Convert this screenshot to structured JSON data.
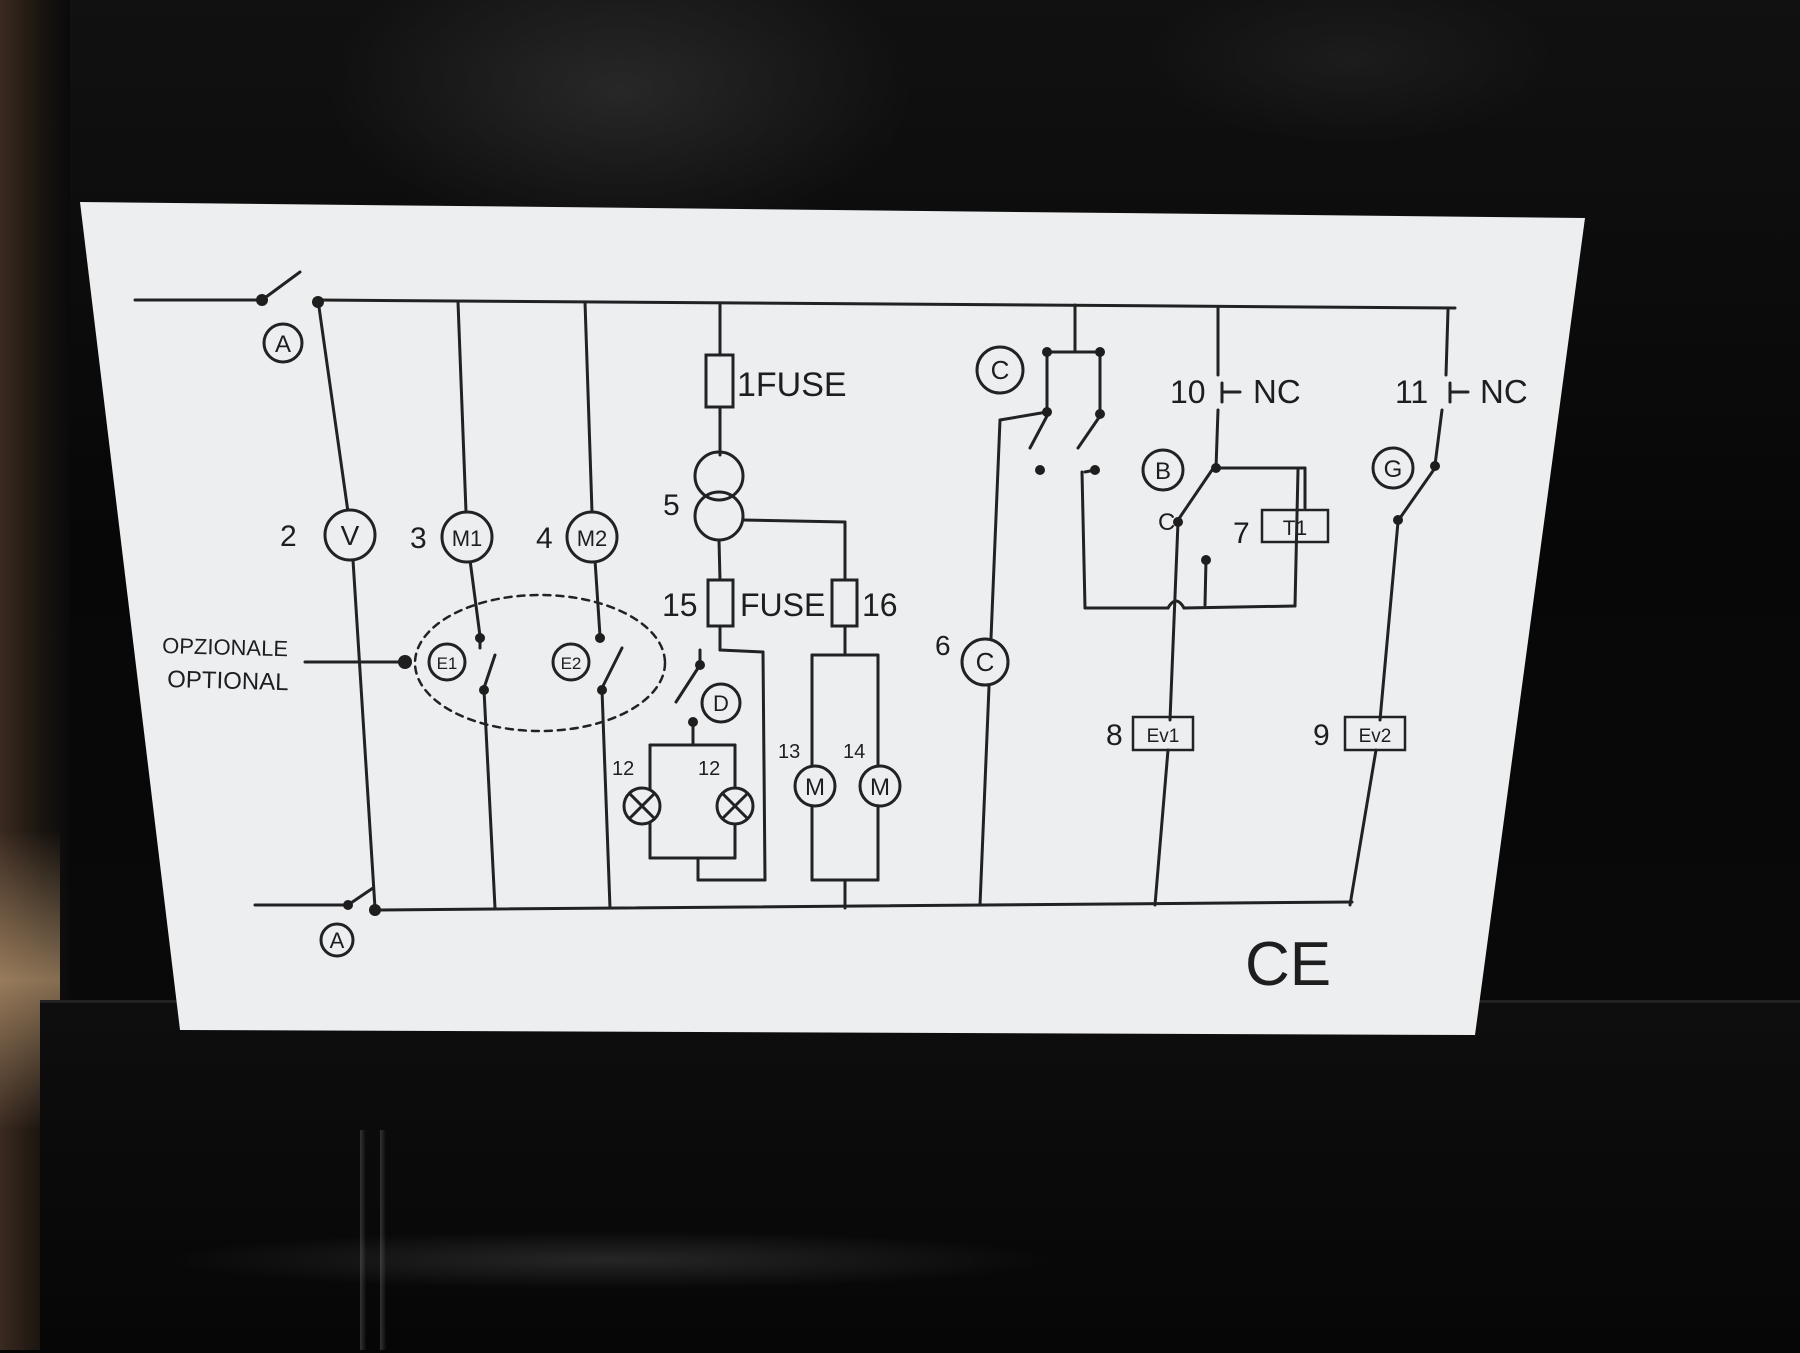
{
  "labels": {
    "A": "A",
    "B": "B",
    "C": "C",
    "D": "D",
    "G": "G",
    "V": "V",
    "M1": "M1",
    "M2": "M2",
    "E1": "E1",
    "E2": "E2",
    "M": "M",
    "T1": "T1",
    "Ev1": "Ev1",
    "Ev2": "Ev2",
    "c": "C",
    "fuse1": "1FUSE",
    "fuse": "FUSE",
    "nc": "NC"
  },
  "numbers": {
    "n2": "2",
    "n3": "3",
    "n4": "4",
    "n5": "5",
    "n6": "6",
    "n7": "7",
    "n8": "8",
    "n9": "9",
    "n10": "10",
    "n11": "11",
    "n12": "12",
    "n13": "13",
    "n14": "14",
    "n15": "15",
    "n16": "16"
  },
  "optional": {
    "it": "OPZIONALE",
    "en": "OPTIONAL"
  },
  "mark": "CE",
  "colors": {
    "label_bg": "#eceef0",
    "ink": "#1e1e1e",
    "enclosure": "#070707"
  }
}
